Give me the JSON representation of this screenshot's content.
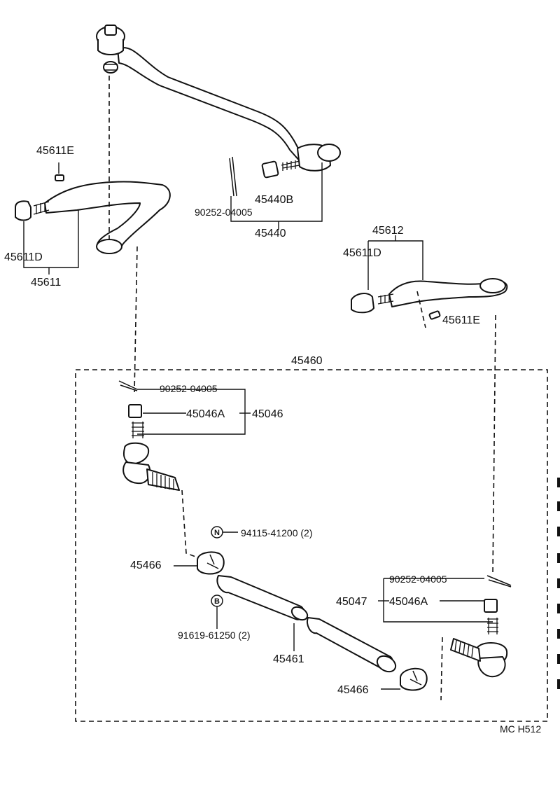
{
  "parts": {
    "p45611E_top": "45611E",
    "p45611D_left": "45611D",
    "p45611": "45611",
    "p45440B": "45440B",
    "p90252_top": "90252-04005",
    "p45440": "45440",
    "p45612": "45612",
    "p45611D_right": "45611D",
    "p45611E_right": "45611E",
    "p45460": "45460",
    "p90252_a": "90252-04005",
    "p45046A_a": "45046A",
    "p45046": "45046",
    "p94115": "94115-41200 (2)",
    "p45466_upper": "45466",
    "p90252_b": "90252-04005",
    "p45047": "45047",
    "p45046A_b": "45046A",
    "p91619": "91619-61250 (2)",
    "p45461": "45461",
    "p45466_lower": "45466"
  },
  "symbols": {
    "circle_n": "N",
    "circle_b": "B"
  },
  "footer": {
    "ref_code": "MC H512"
  }
}
